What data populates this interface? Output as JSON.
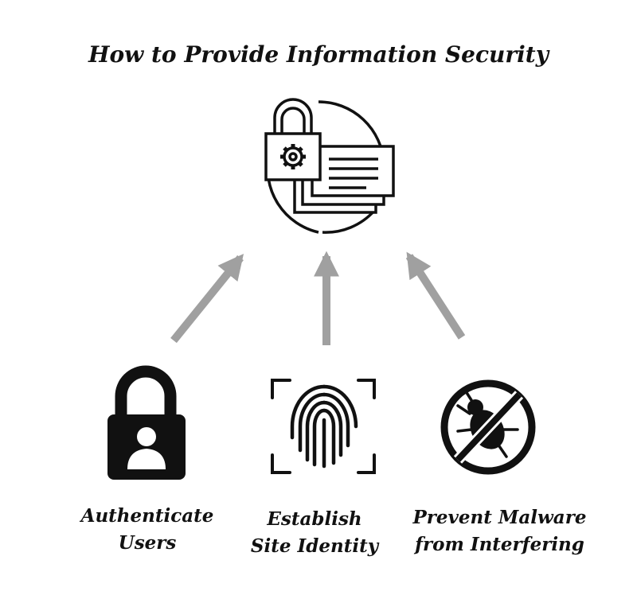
{
  "title": "How to Provide Information Security",
  "colors": {
    "icon": "#111111",
    "arrow": "#a0a0a0",
    "background": "#ffffff"
  },
  "central_icon": "secure-data-lock-icon",
  "items": [
    {
      "icon": "user-padlock-icon",
      "lines": [
        "Authenticate",
        "Users"
      ]
    },
    {
      "icon": "fingerprint-scan-icon",
      "lines": [
        "Establish",
        "Site Identity"
      ]
    },
    {
      "icon": "no-malware-bug-icon",
      "lines": [
        "Prevent Malware",
        "from Interfering"
      ]
    }
  ]
}
